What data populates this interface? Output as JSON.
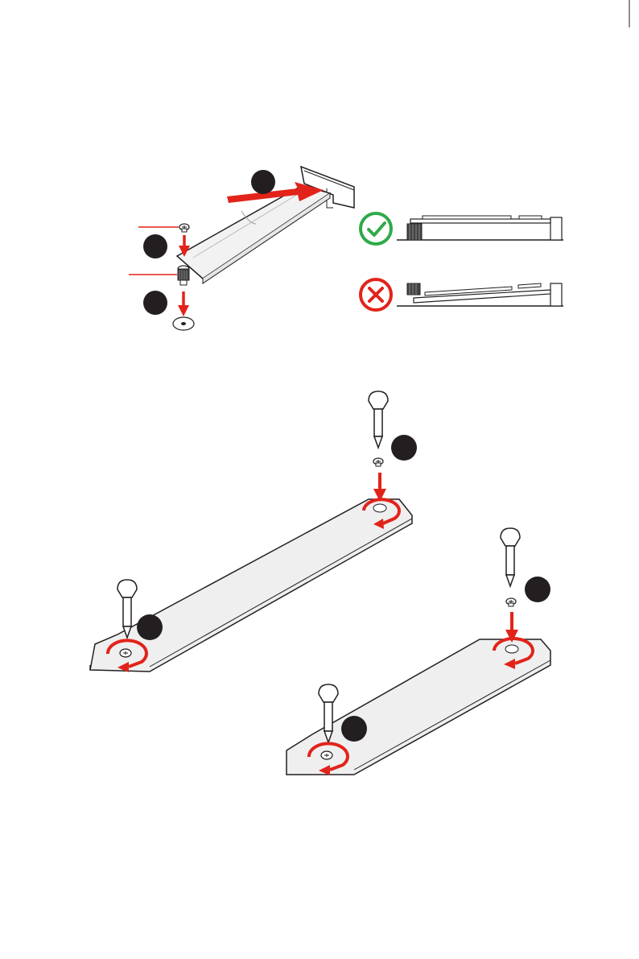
{
  "colors": {
    "accent_red": "#E2231A",
    "ok_green": "#2FAA4A",
    "ink": "#231F20",
    "badge": "#231F20",
    "board_gray": "#EFEFEF"
  },
  "icons": {
    "correct": "check-circle-icon",
    "incorrect": "x-circle-icon",
    "tool": "screwdriver-icon",
    "fastener": "screw-icon",
    "standoff": "standoff-icon",
    "rotation": "rotate-arrow-icon"
  },
  "steps": {
    "install_section": [
      "step-badge-a",
      "step-badge-b",
      "step-badge-c"
    ],
    "long_card": [
      "step-badge-d",
      "step-badge-e"
    ],
    "short_card": [
      "step-badge-f",
      "step-badge-g"
    ]
  }
}
